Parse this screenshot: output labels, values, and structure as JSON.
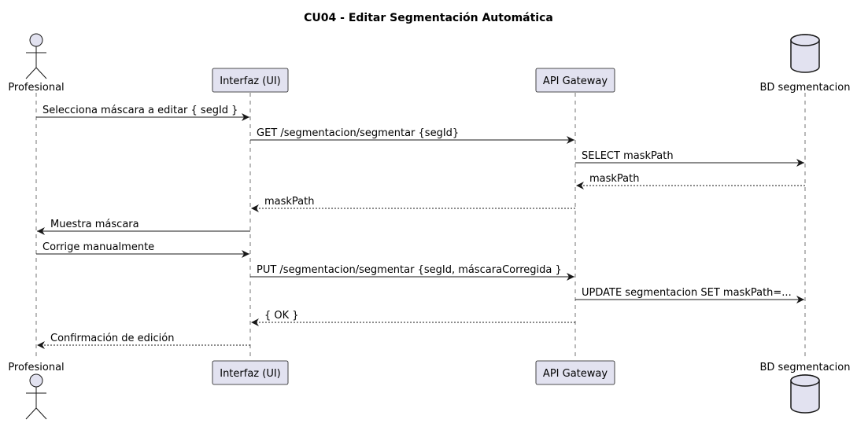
{
  "title": "CU04 - Editar Segmentación Automática",
  "participants": [
    {
      "id": "prof",
      "label": "Profesional",
      "type": "actor"
    },
    {
      "id": "ui",
      "label": "Interfaz (UI)",
      "type": "participant"
    },
    {
      "id": "api",
      "label": "API Gateway",
      "type": "participant"
    },
    {
      "id": "db",
      "label": "BD segmentacion",
      "type": "database"
    }
  ],
  "messages": [
    {
      "from": "prof",
      "to": "ui",
      "label": "Selecciona máscara a editar { segId }",
      "style": "solid"
    },
    {
      "from": "ui",
      "to": "api",
      "label": "GET /segmentacion/segmentar {segId}",
      "style": "solid"
    },
    {
      "from": "api",
      "to": "db",
      "label": "SELECT maskPath",
      "style": "solid"
    },
    {
      "from": "db",
      "to": "api",
      "label": "maskPath",
      "style": "dashed"
    },
    {
      "from": "api",
      "to": "ui",
      "label": "maskPath",
      "style": "dashed"
    },
    {
      "from": "ui",
      "to": "prof",
      "label": "Muestra máscara",
      "style": "solid"
    },
    {
      "from": "prof",
      "to": "ui",
      "label": "Corrige manualmente",
      "style": "solid"
    },
    {
      "from": "ui",
      "to": "api",
      "label": "PUT /segmentacion/segmentar {segId, máscaraCorregida }",
      "style": "solid"
    },
    {
      "from": "api",
      "to": "db",
      "label": "UPDATE segmentacion SET maskPath=...",
      "style": "solid"
    },
    {
      "from": "api",
      "to": "ui",
      "label": "{ OK }",
      "style": "dashed"
    },
    {
      "from": "ui",
      "to": "prof",
      "label": "Confirmación de edición",
      "style": "dashed"
    }
  ]
}
